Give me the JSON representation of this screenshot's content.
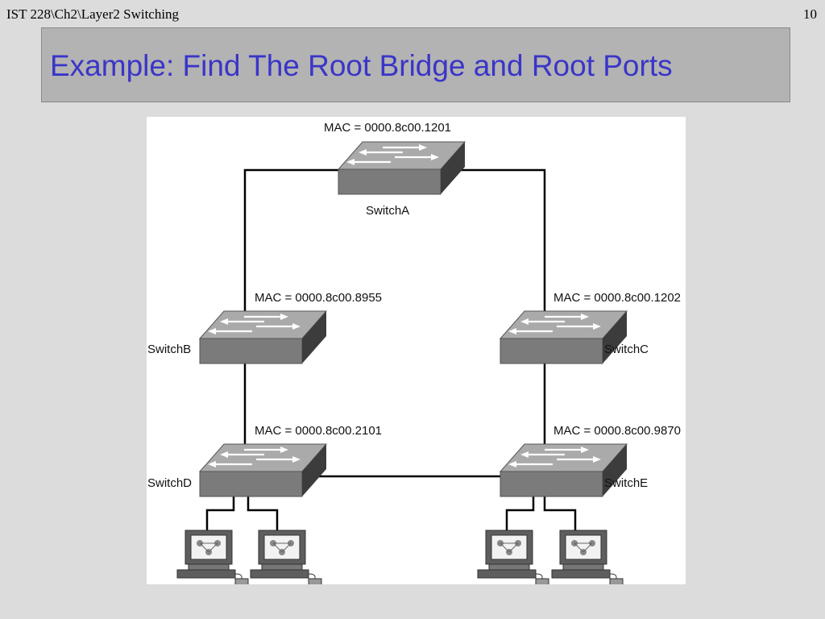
{
  "header": {
    "course": "IST 228\\Ch2\\Layer2 Switching",
    "page": "10"
  },
  "title": "Example: Find The Root Bridge and Root Ports",
  "switches": {
    "a": {
      "name": "SwitchA",
      "mac": "MAC = 0000.8c00.1201"
    },
    "b": {
      "name": "SwitchB",
      "mac": "MAC = 0000.8c00.8955"
    },
    "c": {
      "name": "SwitchC",
      "mac": "MAC = 0000.8c00.1202"
    },
    "d": {
      "name": "SwitchD",
      "mac": "MAC = 0000.8c00.2101"
    },
    "e": {
      "name": "SwitchE",
      "mac": "MAC = 0000.8c00.9870"
    }
  },
  "icons": {
    "switch": "switch-icon",
    "workstation": "workstation-icon"
  },
  "colors": {
    "title": "#3a35c8",
    "switch_front": "#7b7b7b",
    "switch_top": "#aaaaaa",
    "switch_side": "#3c3c3c"
  }
}
